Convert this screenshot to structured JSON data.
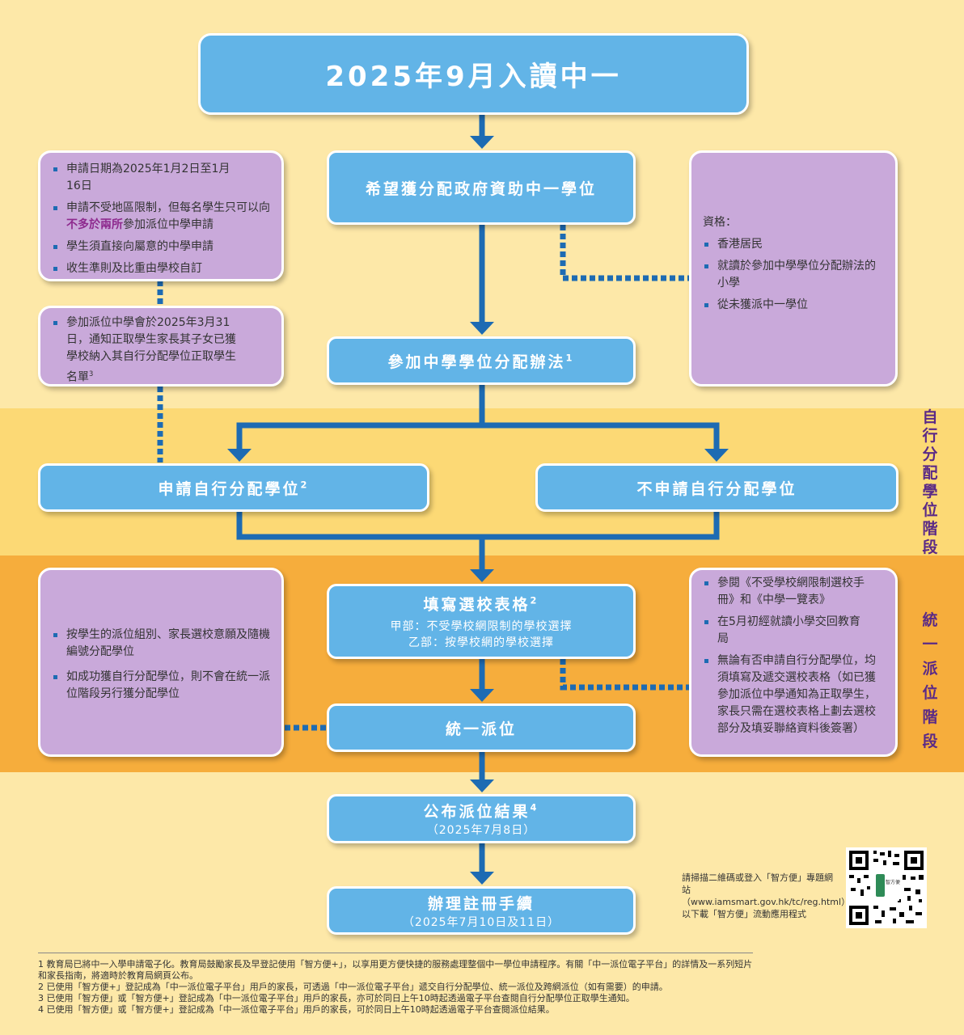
{
  "flow": {
    "title": "2025年9月入讀中一",
    "wish": "希望獲分配政府資助中一學位",
    "join": {
      "text": "參加中學學位分配辦法",
      "sup": "1"
    },
    "apply_dp": {
      "text": "申請自行分配學位",
      "sup": "2"
    },
    "no_apply_dp": "不申請自行分配學位",
    "form": {
      "title": "填寫選校表格",
      "sup": "2",
      "part_a": "甲部：不受學校網限制的學校選擇",
      "part_b": "乙部：按學校網的學校選擇"
    },
    "cp": "統一派位",
    "result": {
      "text": "公布派位結果",
      "sup": "4",
      "date": "（2025年7月8日）"
    },
    "register": {
      "title": "辦理註冊手續",
      "date": "（2025年7月10日及11日）"
    }
  },
  "stages": {
    "dp": "自行分配學位階段",
    "cp": "統一派位階段"
  },
  "notes": {
    "dp_apply": [
      "申請日期為2025年1月2日至1月16日",
      "",
      "學生須直接向屬意的中學申請",
      "收生準則及比重由學校自訂"
    ],
    "dp_apply_limit": {
      "pre": "申請不受地區限制，但每名學生只可以向",
      "em": "不多於兩所",
      "post": "參加派位中學申請"
    },
    "dp_notify": {
      "text": "參加派位中學會於2025年3月31日，通知正取學生家長其子女已獲學校納入其自行分配學位正取學生名單",
      "sup": "3"
    },
    "eligibility_title": "資格：",
    "eligibility": [
      "香港居民",
      "就讀於參加中學學位分配辦法的小學",
      "從未獲派中一學位"
    ],
    "cp_rules": [
      "按學生的派位組別、家長選校意願及隨機編號分配學位",
      "如成功獲自行分配學位，則不會在統一派位階段另行獲分配學位"
    ],
    "form_notes": [
      "參閱《不受學校網限制選校手冊》和《中學一覽表》",
      "在5月初經就讀小學交回教育局",
      "無論有否申請自行分配學位，均須填寫及遞交選校表格（如已獲參加派位中學通知為正取學生，家長只需在選校表格上劃去選校部分及填妥聯絡資料後簽署）"
    ]
  },
  "qr": {
    "note": "請掃描二維碼或登入「智方便」專題網站（www.iamsmart.gov.hk/tc/reg.html），以下載「智方便」流動應用程式",
    "logo_text": "智方便"
  },
  "footnotes": [
    "1 教育局已將中一入學申請電子化。教育局鼓勵家長及早登記使用「智方便+」，以享用更方便快捷的服務處理整個中一學位申請程序。有關「中一派位電子平台」的詳情及一系列短片和家長指南，將適時於教育局網頁公布。",
    "2 已使用「智方便+」登記成為「中一派位電子平台」用戶的家長，可透過「中一派位電子平台」遞交自行分配學位、統一派位及跨網派位（如有需要）的申請。",
    "3 已使用「智方便」或「智方便+」登記成為「中一派位電子平台」用戶的家長，亦可於同日上午10時起透過電子平台查閱自行分配學位正取學生通知。",
    "4 已使用「智方便」或「智方便+」登記成為「中一派位電子平台」用戶的家長，可於同日上午10時起透過電子平台查閱派位結果。"
  ]
}
